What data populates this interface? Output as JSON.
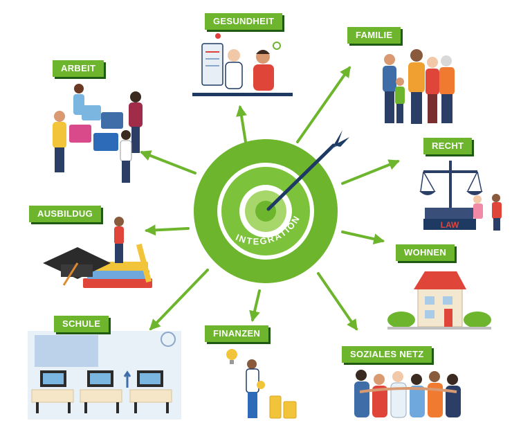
{
  "center": {
    "label": "INTEGRATION"
  },
  "topics": {
    "gesundheit": "GESUNDHEIT",
    "familie": "FAMILIE",
    "arbeit": "ARBEIT",
    "recht": "RECHT",
    "ausbildung": "AUSBILDUG",
    "wohnen": "WOHNEN",
    "schule": "SCHULE",
    "finanzen": "FINANZEN",
    "soziales_netz": "SOZIALES NETZ"
  },
  "illustrations": {
    "law_sign": "LAW"
  },
  "colors": {
    "accent": "#6cb52d",
    "accent_dark": "#1f5a12",
    "arrow": "#1e3a63",
    "target_light": "#a7d66a"
  }
}
